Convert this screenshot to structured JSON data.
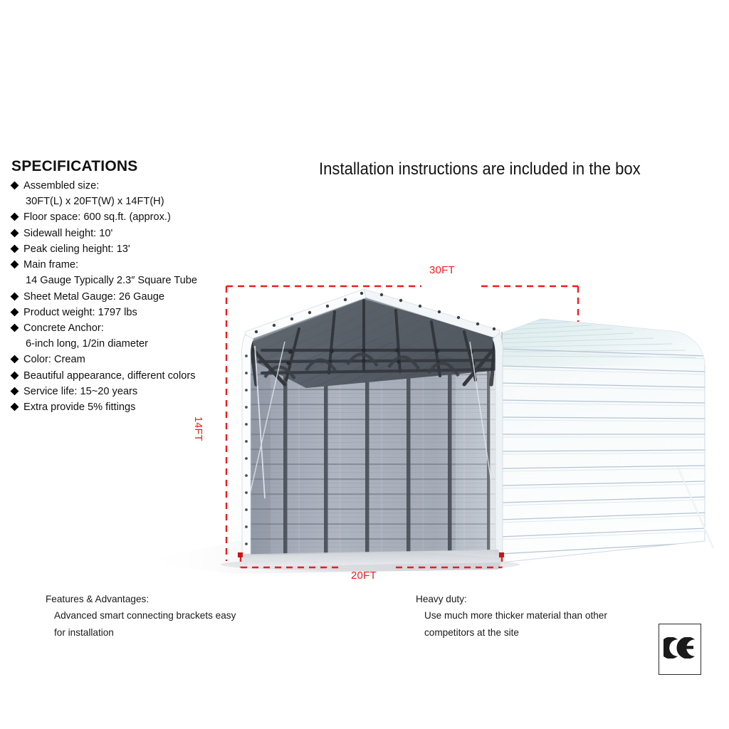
{
  "headline": "Installation instructions are included in the box",
  "specifications": {
    "title": "SPECIFICATIONS",
    "items": [
      {
        "label": "Assembled size:",
        "sub": "30FT(L) x 20FT(W) x 14FT(H)"
      },
      {
        "label": "Floor space: 600 sq.ft. (approx.)"
      },
      {
        "label": "Sidewall height: 10'"
      },
      {
        "label": "Peak cieling height: 13'"
      },
      {
        "label": "Main frame:",
        "sub": "14 Gauge Typically 2.3″ Square Tube"
      },
      {
        "label": "Sheet Metal Gauge: 26 Gauge"
      },
      {
        "label": "Product weight: 1797 lbs"
      },
      {
        "label": "Concrete Anchor:",
        "sub": "6-inch long, 1/2in diameter"
      },
      {
        "label": "Color: Cream"
      },
      {
        "label": "Beautiful appearance, different colors"
      },
      {
        "label": "Service life: 15~20 years"
      },
      {
        "label": "Extra provide 5% fittings"
      }
    ],
    "bullet_icon": "black-diamond-bullet"
  },
  "dimensions": {
    "length": "30FT",
    "width": "20FT",
    "height": "14FT",
    "line_color": "#ee1d1d",
    "style": "dashed"
  },
  "captions": {
    "features": {
      "head": "Features & Advantages:",
      "line1": "Advanced smart connecting brackets easy",
      "line2": "for installation"
    },
    "heavy_duty": {
      "head": "Heavy duty:",
      "line1": "Use much more thicker material than other",
      "line2": "competitors at the site"
    }
  },
  "ce_mark": {
    "label": "CE",
    "name": "ce-conformity-mark"
  },
  "product_colors": {
    "roof_underside": "#5a6069",
    "purlin": "#3b3f45",
    "interior_wall": "#a9afbb",
    "interior_rib": "#6d7480",
    "post": "#4a4f58",
    "side_wall": "#f4f7f9",
    "side_wall_line": "#b9c6d4",
    "trim": "#fbfcfd",
    "bolt": "#3a3f46",
    "shadow": "#d7dade"
  }
}
